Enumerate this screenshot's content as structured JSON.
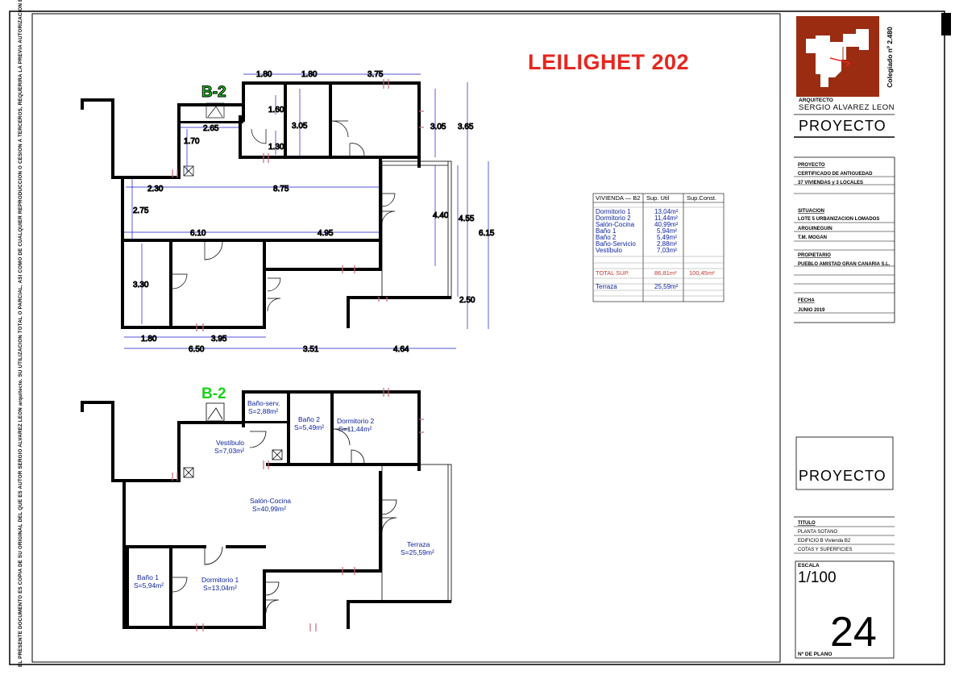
{
  "sidebar_note": "EL PRESENTE DOCUMENTO ES COPIA DE SU ORIGINAL DEL QUE ES AUTOR SERGIO ALVAREZ LEON arquitecto. SU UTILIZACION TOTAL O PARCIAL, ASI COMO DE CUALQUIER REPRODUCCION O CESION A TERCEROS, REQUERIRA LA PREVIA AUTORIZACION EXPRESA DE SU AUTOR QUEDANDO EN TODO CASO PROHIBIDA CUALQUIER MODIFICACION UNILATERAL DEL MISMO.",
  "heading": "LEILIGHET 202",
  "block_label": "B-2",
  "dimensions_top": [
    "1.80",
    "1.80",
    "3.75",
    "1.60",
    "3.05",
    "3.05",
    "3.65",
    "2.65",
    "1.70",
    "1.30",
    "2.30",
    "8.75",
    "2.75",
    "4.40",
    "4.55",
    "6.15",
    "6.10",
    "4.95",
    "3.30",
    "2.50",
    "1.80",
    "3.95",
    "6.50",
    "3.51",
    "4.64"
  ],
  "rooms": {
    "bano_serv": {
      "name": "Baño-serv.",
      "area": "S=2,88m²"
    },
    "bano_2": {
      "name": "Baño 2",
      "area": "S=5,49m²"
    },
    "dormitorio_2": {
      "name": "Dormitorio 2",
      "area": "S=11,44m²"
    },
    "vestibulo": {
      "name": "Vestíbulo",
      "area": "S=7,03m²"
    },
    "salon_cocina": {
      "name": "Salón-Cocina",
      "area": "S=40,99m²"
    },
    "terraza": {
      "name": "Terraza",
      "area": "S=25,59m²"
    },
    "bano_1": {
      "name": "Baño 1",
      "area": "S=5,94m²"
    },
    "dormitorio_1": {
      "name": "Dormitorio 1",
      "area": "S=13,04m²"
    }
  },
  "surface_table": {
    "headers": [
      "VIVIENDA — B2",
      "Sup. Util",
      "Sup.Const."
    ],
    "rows": [
      {
        "name": "Dormitorio 1",
        "util": "13,04m²"
      },
      {
        "name": "Dormitorio 2",
        "util": "11,44m²"
      },
      {
        "name": "Salón-Cocina",
        "util": "40,99m²"
      },
      {
        "name": "Baño 1",
        "util": "5,94m²"
      },
      {
        "name": "Baño 2",
        "util": "5,49m²"
      },
      {
        "name": "Baño-Servicio",
        "util": "2,88m²"
      },
      {
        "name": "Vestíbulo",
        "util": "7,03m²"
      }
    ],
    "total": {
      "label": "TOTAL SUP.",
      "util": "86,81m²",
      "const": "100,45m²"
    },
    "terraza": {
      "label": "Terraza",
      "util": "25,59m²"
    }
  },
  "title_block": {
    "colegiado": "Colegiado nº 2.480",
    "arquitecto_label": "ARQUITECTO",
    "arquitecto_name": "SERGIO ALVAREZ LEON",
    "proyecto_heading": "PROYECTO",
    "proyecto_label": "PROYECTO",
    "proyecto_lines": [
      "CERTIFICADO DE ANTIGUEDAD",
      "37 VIVIENDAS y 3 LOCALES"
    ],
    "situacion_label": "SITUACION",
    "situacion_lines": [
      "LOTE 5 URBANIZACION LOMADOS",
      "ARGUINEGUIN",
      "T.M. MOGAN"
    ],
    "propietario_label": "PROPIETARIO",
    "propietario_lines": [
      "PUEBLO AMISTAD GRAN CANARIA S.L."
    ],
    "fecha_label": "FECHA",
    "fecha": "JUNIO 2019",
    "proyecto_box": "PROYECTO",
    "titulo_label": "TITULO",
    "titulo_lines": [
      "PLANTA SOTANO",
      "EDIFICIO B Vivienda B2",
      "COTAS Y SUPERFICIES"
    ],
    "escala_label": "ESCALA",
    "escala": "1/100",
    "plano_number": "24",
    "plano_label": "Nº DE PLANO"
  },
  "colors": {
    "accent_red": "#e6261f",
    "logo_bg": "#9b2c12",
    "room_text": "#0a1f9e",
    "label_green": "#16d316",
    "dimension": "#1a1ad0",
    "window": "#c86a7a"
  }
}
